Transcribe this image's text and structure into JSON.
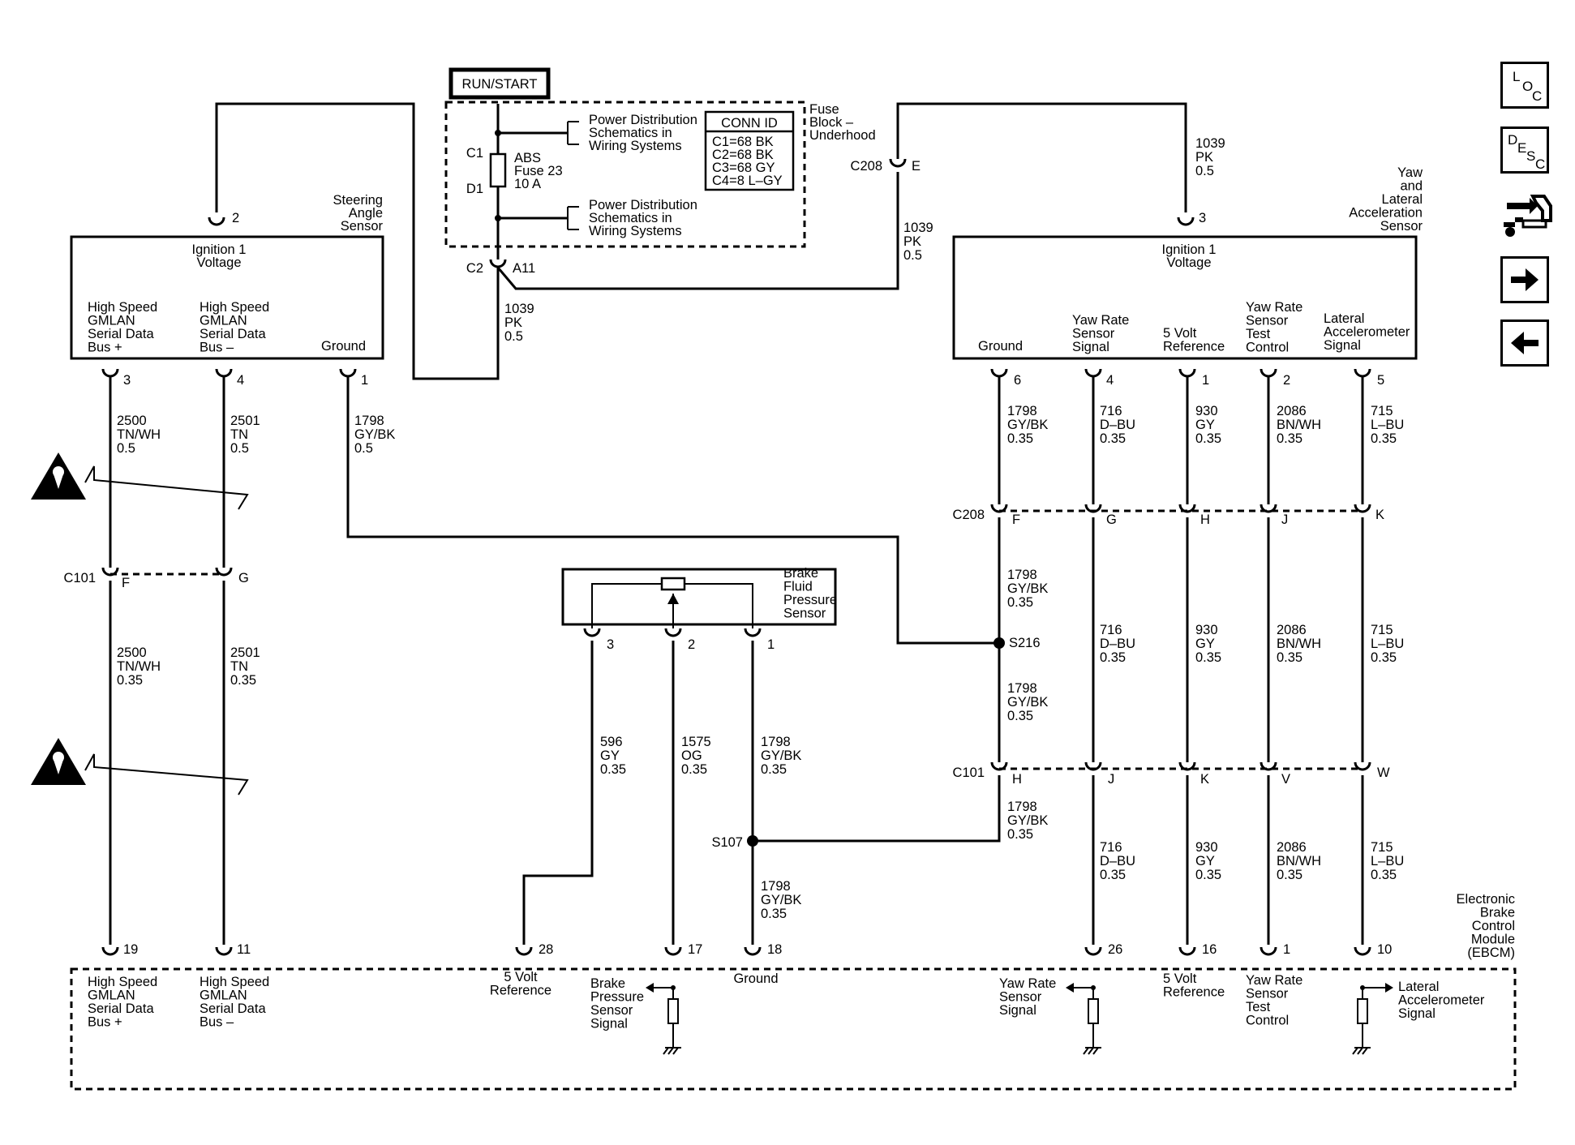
{
  "nav": {
    "loc": [
      "L",
      "O",
      "C"
    ],
    "desc": [
      "D",
      "E",
      "S",
      "C"
    ]
  },
  "run_start": "RUN/START",
  "fuse_block": {
    "label": [
      "Fuse",
      "Block –",
      "Underhood"
    ],
    "power_dist_1": [
      "Power Distribution",
      "Schematics in",
      "Wiring  Systems"
    ],
    "power_dist_2": [
      "Power Distribution",
      "Schematics in",
      "Wiring  Systems"
    ],
    "fuse": [
      "ABS",
      "Fuse 23",
      "10 A"
    ],
    "c1": "C1",
    "d1": "D1",
    "c2": "C2",
    "a11": "A11",
    "conn_id_title": "CONN ID",
    "conn_id": [
      "C1=68 BK",
      "C2=68 BK",
      "C3=68 GY",
      "C4=8 L–GY"
    ]
  },
  "steering_sensor": {
    "name": [
      "Steering",
      "Angle",
      "Sensor"
    ],
    "ign": [
      "Ignition 1",
      "Voltage"
    ],
    "hs_plus": [
      "High Speed",
      "GMLAN",
      "Serial Data",
      "Bus +"
    ],
    "hs_minus": [
      "High Speed",
      "GMLAN",
      "Serial Data",
      "Bus –"
    ],
    "ground": "Ground",
    "pin_ign": "2",
    "pin_plus": "3",
    "pin_minus": "4",
    "pin_ground": "1"
  },
  "yaw_sensor": {
    "name": [
      "Yaw",
      "and",
      "Lateral",
      "Acceleration",
      "Sensor"
    ],
    "ign": [
      "Ignition 1",
      "Voltage"
    ],
    "ground": "Ground",
    "yaw_signal": [
      "Yaw Rate",
      "Sensor",
      "Signal"
    ],
    "five_volt": [
      "5 Volt",
      "Reference"
    ],
    "test_control": [
      "Yaw Rate",
      "Sensor",
      "Test",
      "Control"
    ],
    "lateral": [
      "Lateral",
      "Accelerometer",
      "Signal"
    ],
    "pin_ign": "3",
    "pins": [
      "6",
      "4",
      "1",
      "2",
      "5"
    ]
  },
  "brake_sensor": {
    "name": [
      "Brake",
      "Fluid",
      "Pressure",
      "Sensor"
    ],
    "pins": [
      "3",
      "2",
      "1"
    ]
  },
  "ebcm": {
    "name": [
      "Electronic",
      "Brake",
      "Control",
      "Module",
      "(EBCM)"
    ],
    "pins": [
      "19",
      "11",
      "28",
      "17",
      "18",
      "26",
      "16",
      "1",
      "10"
    ],
    "hs_plus": [
      "High Speed",
      "GMLAN",
      "Serial Data",
      "Bus +"
    ],
    "hs_minus": [
      "High Speed",
      "GMLAN",
      "Serial Data",
      "Bus –"
    ],
    "five_volt_1": [
      "5 Volt",
      "Reference"
    ],
    "brake_signal": [
      "Brake",
      "Pressure",
      "Sensor",
      "Signal"
    ],
    "ground": "Ground",
    "yaw_signal": [
      "Yaw Rate",
      "Sensor",
      "Signal"
    ],
    "five_volt_2": [
      "5 Volt",
      "Reference"
    ],
    "test_control": [
      "Yaw Rate",
      "Sensor",
      "Test",
      "Control"
    ],
    "lateral": [
      "Lateral",
      "Accelerometer",
      "Signal"
    ]
  },
  "connectors": {
    "c208_top": {
      "id": "C208",
      "pin": "E"
    },
    "c208_row": {
      "id": "C208",
      "pins": [
        "F",
        "G",
        "H",
        "J",
        "K"
      ]
    },
    "c101_left": {
      "id": "C101",
      "pins": [
        "F",
        "G"
      ]
    },
    "c101_right": {
      "id": "C101",
      "pins": [
        "H",
        "J",
        "K",
        "V",
        "W"
      ]
    },
    "splices": {
      "s216": "S216",
      "s107": "S107"
    }
  },
  "wires": {
    "w1039_fuse": [
      "1039",
      "PK",
      "0.5"
    ],
    "w1039_mid": [
      "1039",
      "PK",
      "0.5"
    ],
    "w1039_top": [
      "1039",
      "PK",
      "0.5"
    ],
    "w2500_a": [
      "2500",
      "TN/WH",
      "0.5"
    ],
    "w2501_a": [
      "2501",
      "TN",
      "0.5"
    ],
    "w1798_steer": [
      "1798",
      "GY/BK",
      "0.5"
    ],
    "w2500_b": [
      "2500",
      "TN/WH",
      "0.35"
    ],
    "w2501_b": [
      "2501",
      "TN",
      "0.35"
    ],
    "w596": [
      "596",
      "GY",
      "0.35"
    ],
    "w1575": [
      "1575",
      "OG",
      "0.35"
    ],
    "w1798_brake": [
      "1798",
      "GY/BK",
      "0.35"
    ],
    "w1798_s107": [
      "1798",
      "GY/BK",
      "0.35"
    ],
    "w1798_yaw_1": [
      "1798",
      "GY/BK",
      "0.35"
    ],
    "w1798_yaw_2": [
      "1798",
      "GY/BK",
      "0.35"
    ],
    "w1798_yaw_3": [
      "1798",
      "GY/BK",
      "0.35"
    ],
    "w1798_yaw_4": [
      "1798",
      "GY/BK",
      "0.35"
    ],
    "w716_1": [
      "716",
      "D–BU",
      "0.35"
    ],
    "w716_2": [
      "716",
      "D–BU",
      "0.35"
    ],
    "w716_3": [
      "716",
      "D–BU",
      "0.35"
    ],
    "w930_1": [
      "930",
      "GY",
      "0.35"
    ],
    "w930_2": [
      "930",
      "GY",
      "0.35"
    ],
    "w930_3": [
      "930",
      "GY",
      "0.35"
    ],
    "w2086_1": [
      "2086",
      "BN/WH",
      "0.35"
    ],
    "w2086_2": [
      "2086",
      "BN/WH",
      "0.35"
    ],
    "w2086_3": [
      "2086",
      "BN/WH",
      "0.35"
    ],
    "w715_1": [
      "715",
      "L–BU",
      "0.35"
    ],
    "w715_2": [
      "715",
      "L–BU",
      "0.35"
    ],
    "w715_3": [
      "715",
      "L–BU",
      "0.35"
    ]
  }
}
